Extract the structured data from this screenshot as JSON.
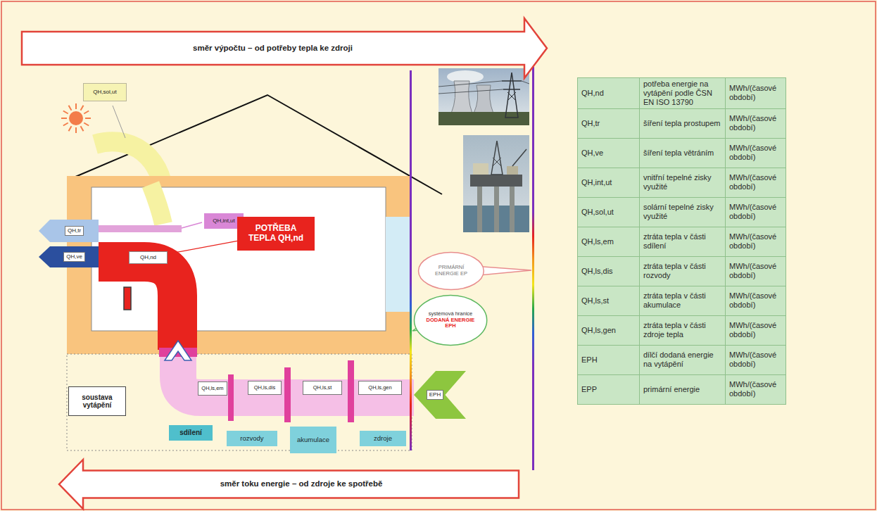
{
  "diagram": {
    "nodes": [
      {
        "text": [
          "směr výpočtu – od potřeby tepla ke zdroji"
        ]
      },
      {
        "text": [
          "QH,sol,ut"
        ]
      },
      {
        "text": [
          "QH,tr"
        ]
      },
      {
        "text": [
          "QH,int,ut"
        ]
      },
      {
        "text": [
          "QH,ve"
        ]
      },
      {
        "text": [
          "QH,nd"
        ]
      },
      {
        "text": [
          "POTŘEBA TEPLA QH,nd"
        ]
      },
      {
        "text": [
          "PRIMÁRNÍ ENERGIE EP"
        ]
      },
      {
        "text": [
          "systémová hranice",
          "DODANÁ ENERGIE EPH"
        ]
      },
      {
        "text": [
          "soustava vytápění"
        ]
      },
      {
        "text": [
          "QH,ls,em"
        ]
      },
      {
        "text": [
          "QH,ls,dis"
        ]
      },
      {
        "text": [
          "QH,ls,st"
        ]
      },
      {
        "text": [
          "QH,ls,gen"
        ]
      },
      {
        "text": [
          "EPH"
        ]
      },
      {
        "text": [
          "sdílení"
        ]
      },
      {
        "text": [
          "rozvody"
        ]
      },
      {
        "text": [
          "akumulace"
        ]
      },
      {
        "text": [
          "zdroje"
        ]
      },
      {
        "text": [
          "směr toku energie – od zdroje ke spotřebě"
        ]
      }
    ],
    "edges": [
      {
        "from": 5,
        "to": 6,
        "arrow": "none"
      }
    ],
    "labels": [
      "QH,nd",
      "potřeba energie na vytápění podle ČSN EN ISO 13790",
      "MWh/(časové období)",
      "QH,tr",
      "šíření tepla prostupem",
      "MWh/(časové období)",
      "QH,ve",
      "šíření tepla větráním",
      "MWh/(časové období)",
      "QH,int,ut",
      "vnitřní tepelné zisky využité",
      "MWh/(časové období)",
      "QH,sol,ut",
      "solární tepelné zisky využité",
      "MWh/(časové období)",
      "QH,ls,em",
      "ztráta tepla v části sdílení",
      "MWh/(časové období)",
      "QH,ls,dis",
      "ztráta tepla v části rozvody",
      "MWh/(časové období)",
      "QH,ls,st",
      "ztráta tepla v části akumulace",
      "MWh/(časové období)",
      "QH,ls,gen",
      "ztráta tepla v části zdroje tepla",
      "MWh/(časové období)",
      "EPH",
      "dílčí dodaná energie na vytápění",
      "MWh/(časové období)",
      "EPP",
      "primární energie",
      "MWh/(časové období)"
    ]
  }
}
